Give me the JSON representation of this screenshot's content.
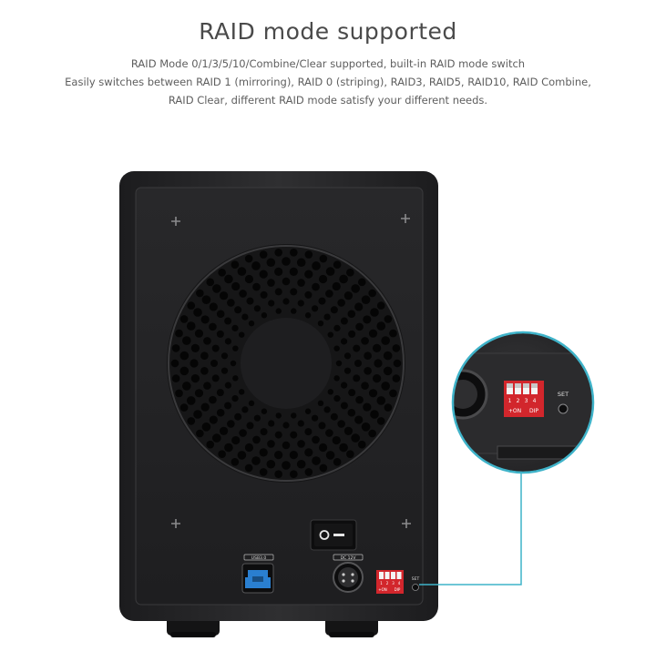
{
  "heading": {
    "title": "RAID mode supported"
  },
  "description": {
    "lines": [
      "RAID Mode 0/1/3/5/10/Combine/Clear supported, built-in RAID mode switch",
      "Easily switches between RAID 1 (mirroring), RAID 0 (striping), RAID3, RAID5, RAID10, RAID Combine,",
      "RAID Clear, different RAID mode satisfy your different needs."
    ]
  },
  "device": {
    "usb_label": "USB3.0",
    "dc_label": "DC 12V",
    "power_switch_on_symbol": "I",
    "power_switch_off_symbol": "O",
    "set_label": "SET",
    "dip": {
      "numbers": [
        "1",
        "2",
        "3",
        "4"
      ],
      "on_label": "+ON",
      "dip_label": "DIP"
    }
  },
  "zoom": {
    "set_label": "SET",
    "dip": {
      "numbers": [
        "1",
        "2",
        "3",
        "4"
      ],
      "on_label": "+ON",
      "dip_label": "DIP"
    }
  },
  "colors": {
    "enclosure": "#2b2b2d",
    "panel": "#1f1f21",
    "usb_port": "#2a7fd0",
    "dip_switch": "#d2262c",
    "callout_line": "#3fb3c9"
  }
}
